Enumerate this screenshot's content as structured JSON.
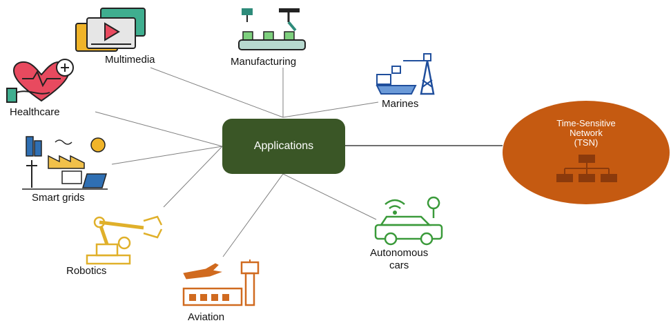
{
  "hub": {
    "label": "Applications",
    "color": "#3a5626"
  },
  "tsn": {
    "lines": [
      "Time-Sensitive",
      "Network",
      "(TSN)"
    ],
    "color": "#c55a11"
  },
  "applications": [
    {
      "id": "multimedia",
      "label": "Multimedia",
      "icon": "video-player-icon"
    },
    {
      "id": "manufacturing",
      "label": "Manufacturing",
      "icon": "robotic-assembly-line-icon"
    },
    {
      "id": "marines",
      "label": "Marines",
      "icon": "ship-and-crane-icon"
    },
    {
      "id": "healthcare",
      "label": "Healthcare",
      "icon": "heart-in-hand-icon"
    },
    {
      "id": "smart-grids",
      "label": "Smart grids",
      "icon": "power-plant-icon"
    },
    {
      "id": "robotics",
      "label": "Robotics",
      "icon": "robot-arm-icon"
    },
    {
      "id": "aviation",
      "label": "Aviation",
      "icon": "airport-tower-icon"
    },
    {
      "id": "autonomous-cars",
      "label": "Autonomous cars",
      "lines": [
        "Autonomous",
        "cars"
      ],
      "icon": "connected-car-icon"
    }
  ],
  "colors": {
    "connector": "#7f7f7f",
    "multimedia": "#f0b429",
    "manufacturing": "#2e8b7a",
    "marines": "#1f4e9c",
    "healthcare": "#e84a5f",
    "smart_grids": "#2f6fb3",
    "robotics": "#e0b02a",
    "aviation": "#d06a1f",
    "autonomous_cars": "#3a9a3a"
  }
}
